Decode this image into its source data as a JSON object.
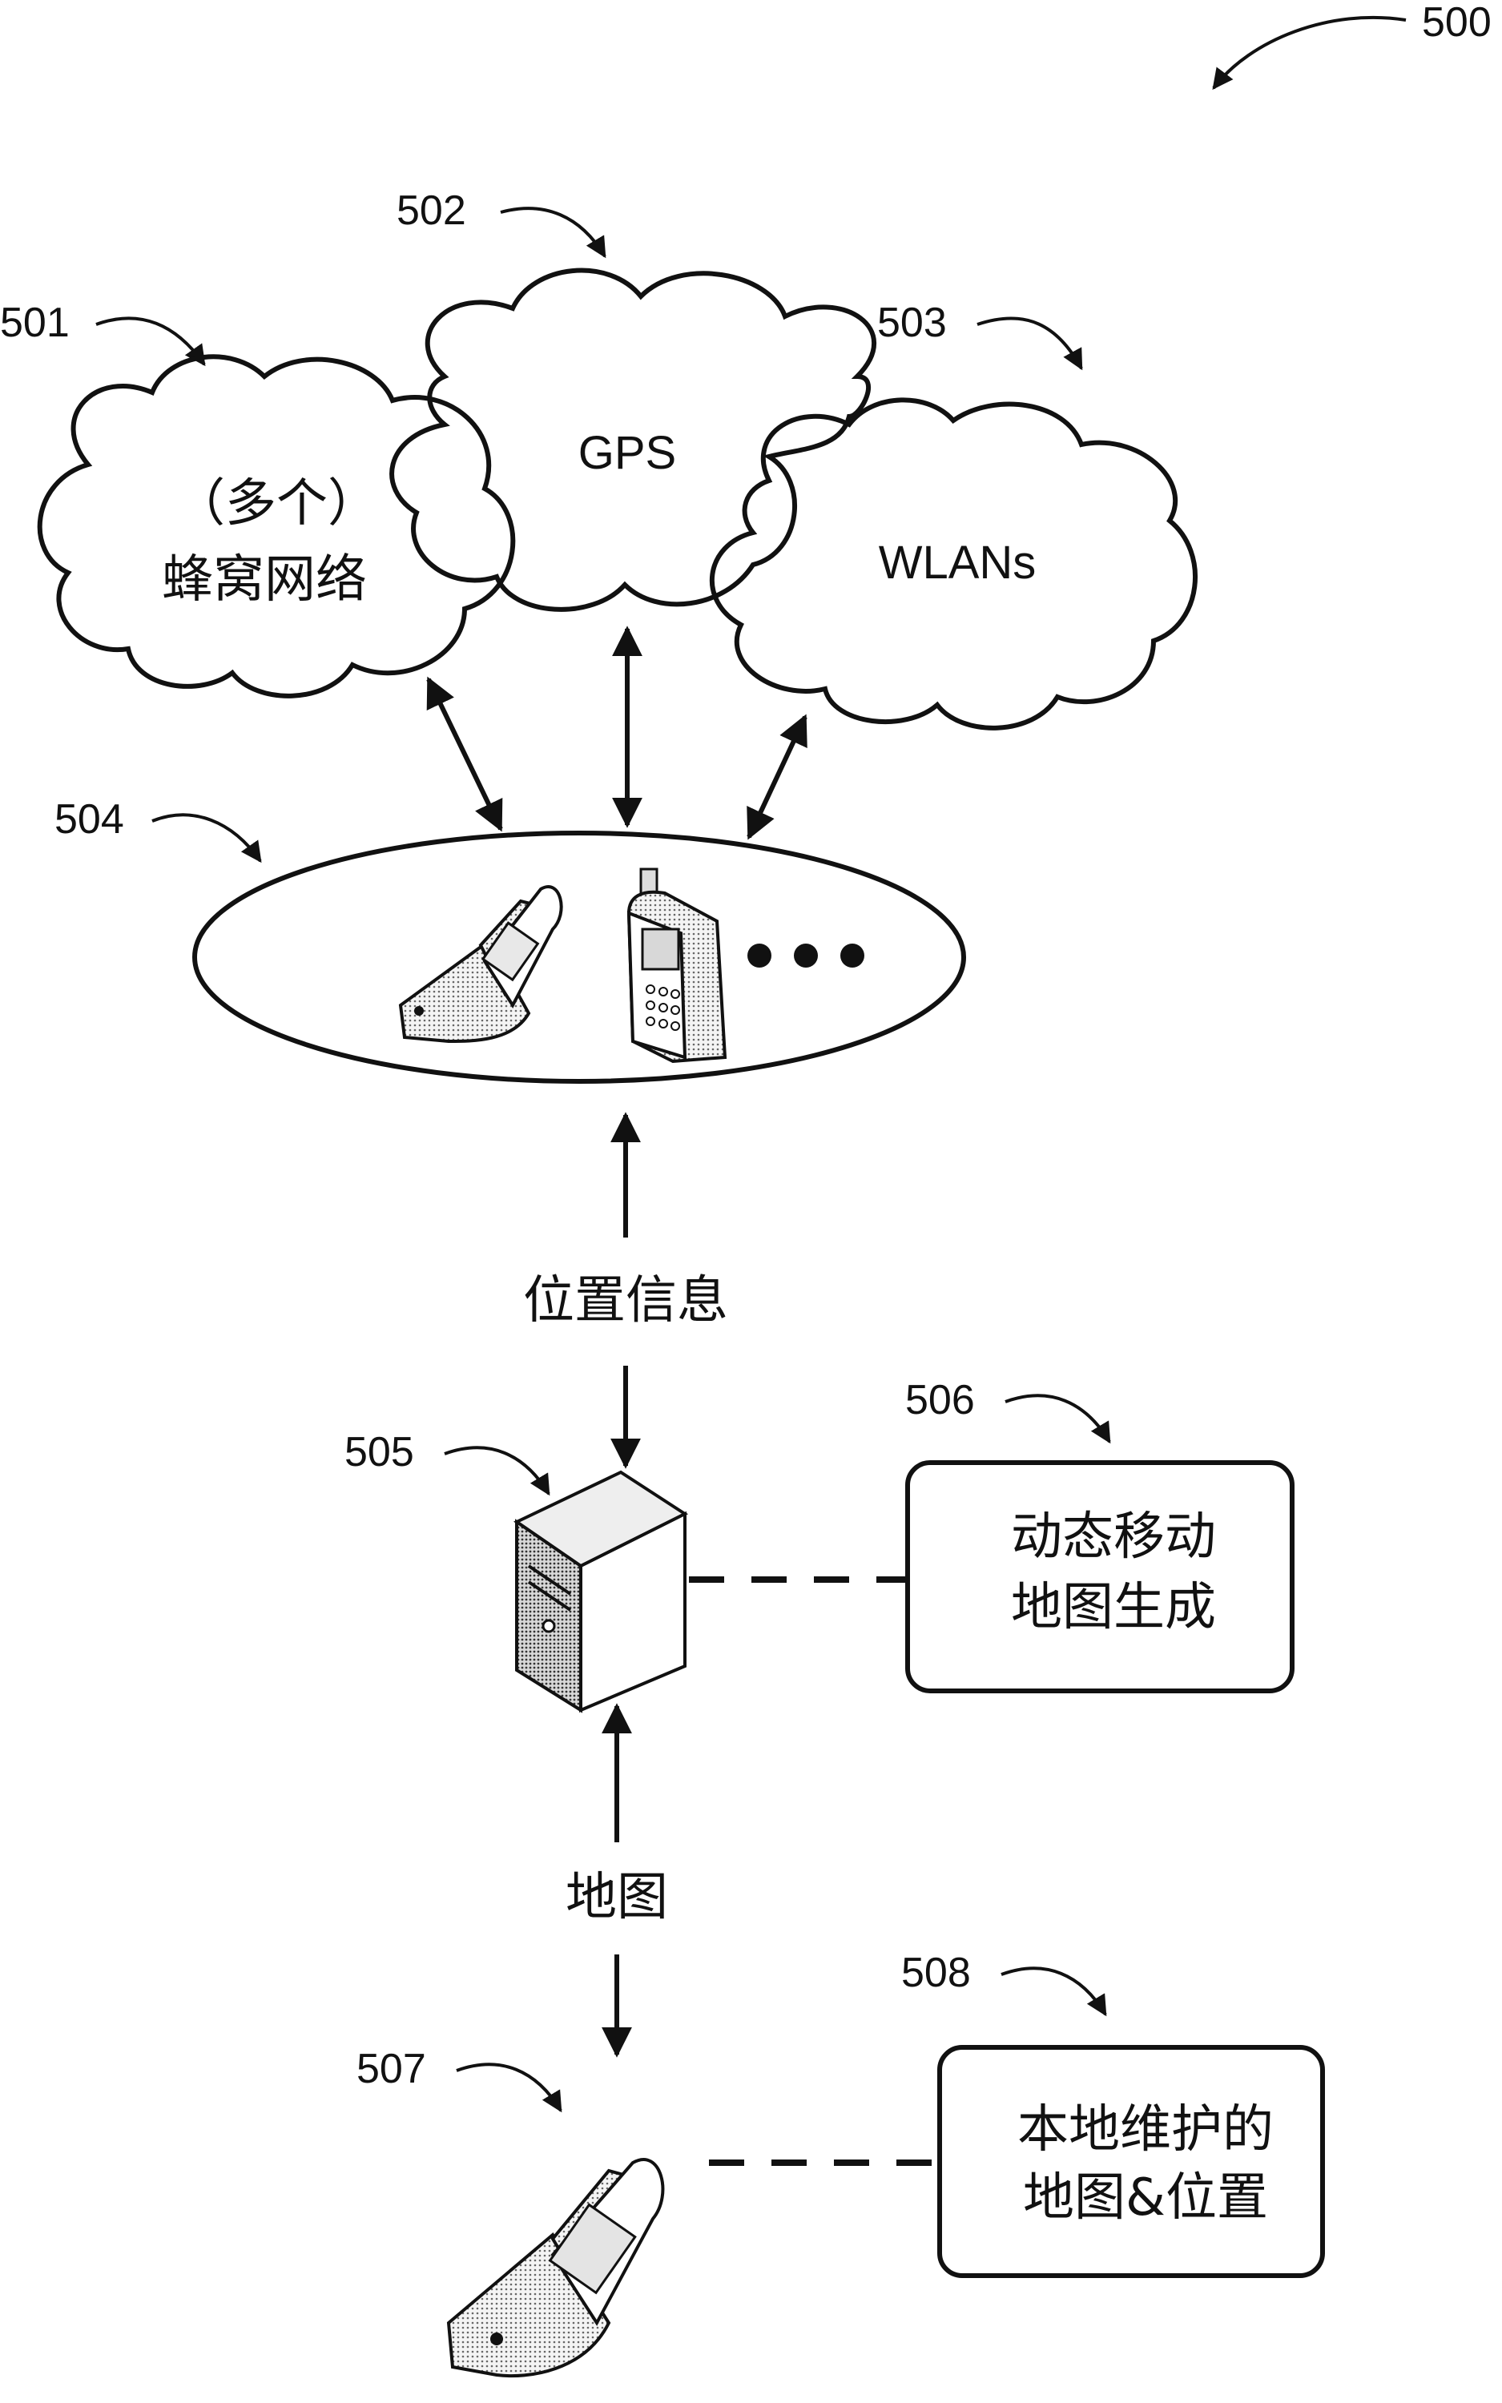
{
  "figure": {
    "number": "500",
    "refs": {
      "cellular": "501",
      "gps": "502",
      "wlan": "503",
      "devices": "504",
      "server": "505",
      "map_generation": "506",
      "mobile_device": "507",
      "local_map": "508"
    },
    "clouds": {
      "cellular_line1": "（多个）",
      "cellular_line2": "蜂窝网络",
      "gps": "GPS",
      "wlan": "WLANs"
    },
    "edges": {
      "location_info": "位置信息",
      "map": "地图"
    },
    "boxes": {
      "map_generation_line1": "动态移动",
      "map_generation_line2": "地图生成",
      "local_map_line1": "本地维护的",
      "local_map_line2": "地图&位置"
    }
  },
  "colors": {
    "ink": "#111111",
    "shade": "#cfcfcf",
    "paper": "#ffffff"
  }
}
